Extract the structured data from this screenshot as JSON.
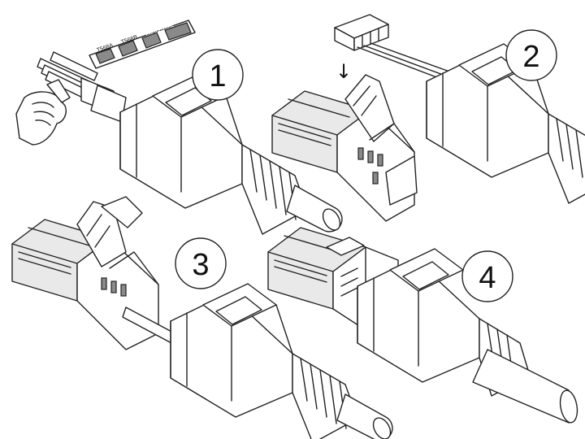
{
  "steps": [
    {
      "number": "1"
    },
    {
      "number": "2"
    },
    {
      "number": "3"
    },
    {
      "number": "4"
    }
  ],
  "wiring_card": {
    "std_a": "T568A",
    "std_b": "T568B",
    "industrial": "INDUSTRIAL"
  },
  "arrow_glyph": "↓"
}
